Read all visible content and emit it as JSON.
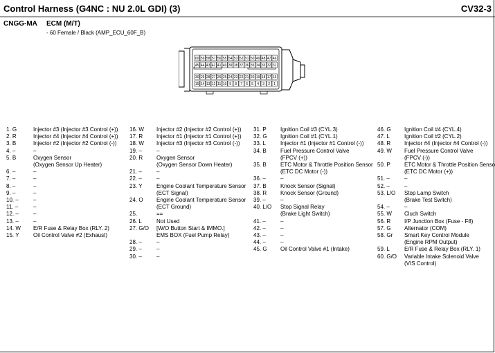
{
  "header": {
    "title": "Control Harness (G4NC : NU 2.0L GDI) (3)",
    "code": "CV32-3"
  },
  "connector": {
    "id": "CNGG-MA",
    "name": "ECM (M/T)",
    "desc": "- 60 Female / Black (AMP_ECU_60F_B)"
  },
  "diagram": {
    "row1": [
      "60",
      "59",
      "58",
      "57",
      "56",
      "55",
      "54",
      "53",
      "52",
      "51",
      "50",
      "49",
      "48",
      "47",
      "46"
    ],
    "row2": [
      "45",
      "44",
      "43",
      "42",
      "41",
      "40",
      "39",
      "38",
      "37",
      "36",
      "35",
      "34",
      "33",
      "32",
      "31"
    ],
    "row3": [
      "30",
      "29",
      "28",
      "27",
      "26",
      "25",
      "24",
      "23",
      "22",
      "21",
      "20",
      "19",
      "18",
      "17",
      "16"
    ],
    "row4": [
      "15",
      "14",
      "13",
      "12",
      "11",
      "10",
      "9",
      "8",
      "7",
      "6",
      "5",
      "4",
      "3",
      "2",
      "1"
    ]
  },
  "col1": [
    {
      "pin": "1. G",
      "d1": "Injector #3 (Injector #3 Control (+))"
    },
    {
      "pin": "2. R",
      "d1": "Injector #4 (Injector #4 Control (+))"
    },
    {
      "pin": "3. B",
      "d1": "Injector #2 (Injector #2 Control (-))"
    },
    {
      "pin": "4. –",
      "d1": "–"
    },
    {
      "pin": "5. B",
      "d1": "Oxygen Sensor",
      "d2": "(Oxygen Sensor Up Heater)"
    },
    {
      "pin": "6. –",
      "d1": "–"
    },
    {
      "pin": "7. –",
      "d1": "–"
    },
    {
      "pin": "8. –",
      "d1": "–"
    },
    {
      "pin": "9. –",
      "d1": "–"
    },
    {
      "pin": "10. –",
      "d1": "–"
    },
    {
      "pin": "11. –",
      "d1": "–"
    },
    {
      "pin": "12. –",
      "d1": "–"
    },
    {
      "pin": "13. –",
      "d1": "–"
    },
    {
      "pin": "14. W",
      "d1": "E/R Fuse & Relay Box (RLY. 2)"
    },
    {
      "pin": "15. Y",
      "d1": "Oil Control Valve #2 (Exhaust)"
    }
  ],
  "col2": [
    {
      "pin": "16. W",
      "d1": "Injector #2 (Injector #2 Control (+))"
    },
    {
      "pin": "17. R",
      "d1": "Injector #1 (Injector #1 Control (+))"
    },
    {
      "pin": "18. W",
      "d1": "Injector #3 (Injector #3 Control (-))"
    },
    {
      "pin": "19. –",
      "d1": "–"
    },
    {
      "pin": "20. R",
      "d1": "Oxygen Sensor",
      "d2": "(Oxygen Sensor Down Heater)"
    },
    {
      "pin": "21. –",
      "d1": "–"
    },
    {
      "pin": "22. –",
      "d1": "–"
    },
    {
      "pin": "23. Y",
      "d1": "Engine Coolant Temperature Sensor",
      "d2": "(ECT Signal)"
    },
    {
      "pin": "24. O",
      "d1": "Engine Coolant Temperature Sensor",
      "d2": "(ECT Ground)"
    },
    {
      "pin": "25.",
      "d1": "=="
    },
    {
      "pin": "26. L",
      "d1": "Not Used"
    },
    {
      "pin": "27. G/O",
      "d1": "[W/O Button Start & IMMO.]",
      "d2": "EMS BOX (Fuel Pump Relay)"
    },
    {
      "pin": "28. –",
      "d1": "–"
    },
    {
      "pin": "29. –",
      "d1": "–"
    },
    {
      "pin": "30. –",
      "d1": "–"
    }
  ],
  "col3": [
    {
      "pin": "31. P",
      "d1": "Ignition Coil #3 (CYL.3)"
    },
    {
      "pin": "32. G",
      "d1": "Ignition Coil #1 (CYL.1)"
    },
    {
      "pin": "33. L",
      "d1": "Injector #1 (Injector #1 Control (-))"
    },
    {
      "pin": "34. B",
      "d1": "Fuel Pressure Control Valve",
      "d2": "(FPCV (+))"
    },
    {
      "pin": "35. B",
      "d1": "ETC Motor & Throttle Position Sensor",
      "d2": "(ETC DC Motor (-))"
    },
    {
      "pin": "36. –",
      "d1": "–"
    },
    {
      "pin": "37. B",
      "d1": "Knock Sensor (Signal)"
    },
    {
      "pin": "38. R",
      "d1": "Knock Sensor (Ground)"
    },
    {
      "pin": "39. –",
      "d1": "–"
    },
    {
      "pin": "40. L/O",
      "d1": "Stop Signal Relay",
      "d2": "(Brake Light Switch)"
    },
    {
      "pin": "41. –",
      "d1": "–"
    },
    {
      "pin": "42. –",
      "d1": "–"
    },
    {
      "pin": "43. –",
      "d1": "–"
    },
    {
      "pin": "44. –",
      "d1": "–"
    },
    {
      "pin": "45. G",
      "d1": "Oil Control Valve #1 (Intake)"
    }
  ],
  "col4": [
    {
      "pin": "46. G",
      "d1": "Ignition Coil #4 (CYL.4)"
    },
    {
      "pin": "47. L",
      "d1": "Ignition Coil #2 (CYL.2)"
    },
    {
      "pin": "48. R",
      "d1": "Injector #4 (Injector #4 Control (-))"
    },
    {
      "pin": "49. W",
      "d1": "Fuel Pressure Control Valve",
      "d2": "(FPCV (-))"
    },
    {
      "pin": "50. P",
      "d1": "ETC Motor & Throttle Position Sensor",
      "d2": "(ETC DC Motor (+))"
    },
    {
      "pin": "51. –",
      "d1": "–"
    },
    {
      "pin": "52. –",
      "d1": "–"
    },
    {
      "pin": "53. L/O",
      "d1": "Stop Lamp Switch",
      "d2": "(Brake Test Switch)"
    },
    {
      "pin": "54. –",
      "d1": "–"
    },
    {
      "pin": "55. W",
      "d1": "Cluch Switch"
    },
    {
      "pin": "56. R",
      "d1": "I/P Junction Box (Fuse - F8)"
    },
    {
      "pin": "57. G",
      "d1": "Alternator (COM)"
    },
    {
      "pin": "58. Gr",
      "d1": "Smart Key Control Module",
      "d2": "(Engine RPM Output)"
    },
    {
      "pin": "59. L",
      "d1": "E/R Fuse & Relay Box (RLY. 1)"
    },
    {
      "pin": "60. G/O",
      "d1": "Variable Intake Solenoid Valve",
      "d2": "(VIS Control)"
    }
  ]
}
